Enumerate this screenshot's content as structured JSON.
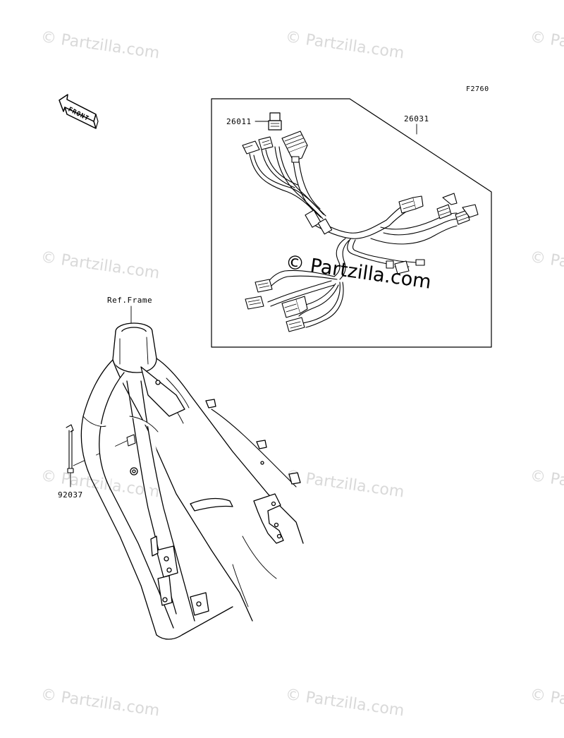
{
  "figure_code": "F2760",
  "labels": {
    "part_26011": "26011",
    "part_26031": "26031",
    "part_92037": "92037",
    "ref_frame": "Ref.Frame",
    "front": "FRONT"
  },
  "watermark": {
    "text": "© Partzilla.com",
    "center_text": "© Partzilla.com"
  },
  "colors": {
    "line": "#000000",
    "watermark": "#d9d9d9",
    "background": "#ffffff"
  }
}
